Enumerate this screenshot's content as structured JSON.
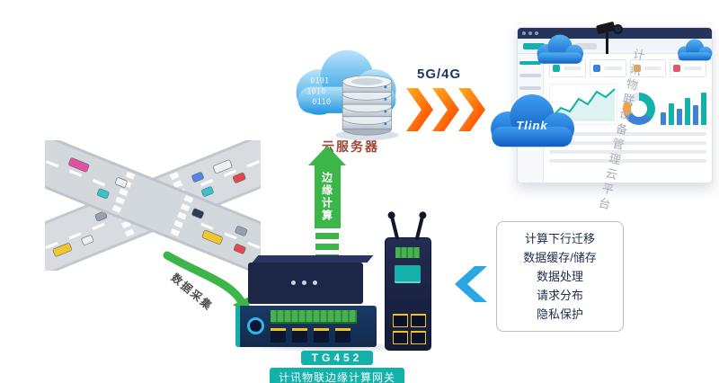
{
  "scene": {
    "cloud_server_label": "云服务器",
    "network_label": "5G/4G",
    "edge_arrow_label": "边缘计算",
    "data_collect_label": "数据采集"
  },
  "platform": {
    "watermark": "计讯物联设备管理云平台",
    "cloud_logo": "Tlink"
  },
  "cloud_binary": [
    "0101",
    "1010",
    "0110"
  ],
  "gateway": {
    "model": "TG452",
    "name": "计讯物联边缘计算网关"
  },
  "features": {
    "items": [
      "计算下行迁移",
      "数据缓存/储存",
      "数据处理",
      "请求分布",
      "隐私保护"
    ]
  },
  "colors": {
    "teal": "#12b1a9",
    "green": "#3cb649",
    "orange": "#ff6a13",
    "blue": "#2aa7e2",
    "navy": "#1a2b4d",
    "cloud_blue": "#259ae0"
  }
}
